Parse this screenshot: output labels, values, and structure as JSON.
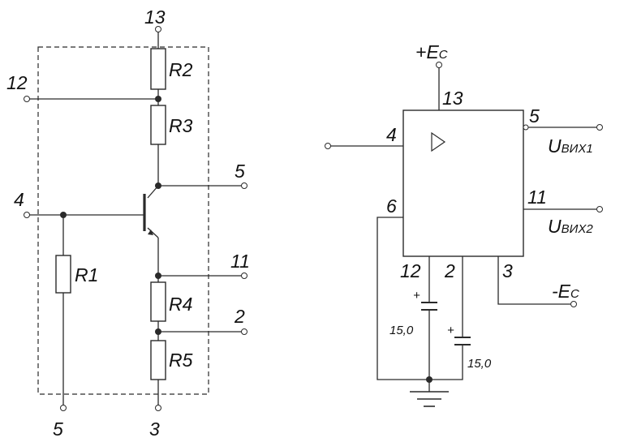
{
  "left_circuit": {
    "pins": {
      "top": "13",
      "left_upper": "12",
      "left_mid": "4",
      "right_collector": "5",
      "right_emitter": "11",
      "right_lower": "2",
      "bottom_left": "5",
      "bottom_right": "3"
    },
    "resistors": {
      "r1": "R1",
      "r2": "R2",
      "r3": "R3",
      "r4": "R4",
      "r5": "R5"
    }
  },
  "right_circuit": {
    "supply_pos": {
      "sign": "+",
      "main": "E",
      "sub": "C"
    },
    "supply_neg": {
      "sign": "-",
      "main": "E",
      "sub": "C"
    },
    "pins": {
      "p13": "13",
      "p4": "4",
      "p5": "5",
      "p11": "11",
      "p6": "6",
      "p12": "12",
      "p2": "2",
      "p3": "3"
    },
    "out1": {
      "main": "U",
      "sub": "ВИХ1"
    },
    "out2": {
      "main": "U",
      "sub": "ВИХ2"
    },
    "cap1": {
      "plus": "+",
      "value": "15,0"
    },
    "cap2": {
      "plus": "+",
      "value": "15,0"
    }
  }
}
